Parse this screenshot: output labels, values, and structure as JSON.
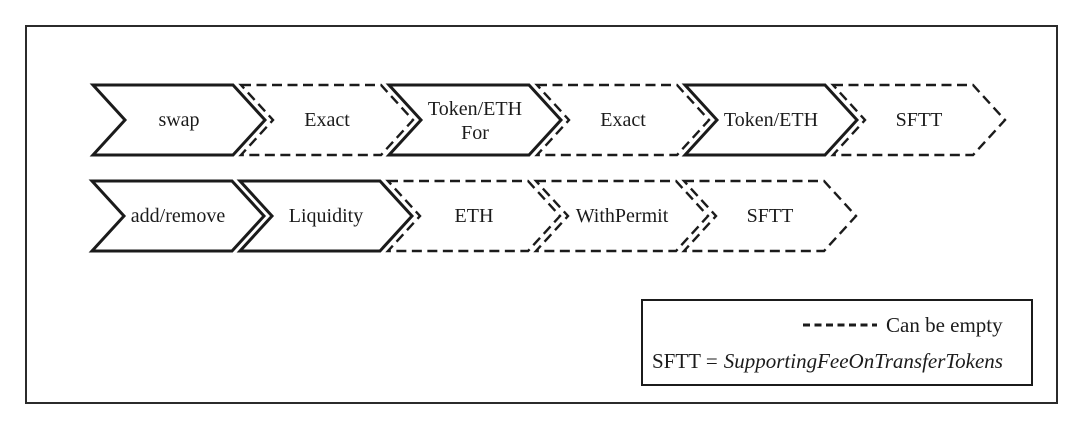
{
  "diagram": {
    "row1": {
      "items": [
        {
          "label": "swap",
          "optional": false
        },
        {
          "label": "Exact",
          "optional": true
        },
        {
          "label": "Token/ETH",
          "label_line2": "For",
          "optional": false
        },
        {
          "label": "Exact",
          "optional": true
        },
        {
          "label": "Token/ETH",
          "optional": false
        },
        {
          "label": "SFTT",
          "optional": true
        }
      ]
    },
    "row2": {
      "items": [
        {
          "label": "add/remove",
          "optional": false
        },
        {
          "label": "Liquidity",
          "optional": false
        },
        {
          "label": "ETH",
          "optional": true
        },
        {
          "label": "WithPermit",
          "optional": true
        },
        {
          "label": "SFTT",
          "optional": true
        }
      ]
    },
    "legend": {
      "dashed_meaning": "Can be empty",
      "abbr_eq": "SFTT =",
      "abbr_expansion": "SupportingFeeOnTransferTokens"
    },
    "colors": {
      "ink": "#1b1b1b",
      "background": "#ffffff"
    }
  }
}
